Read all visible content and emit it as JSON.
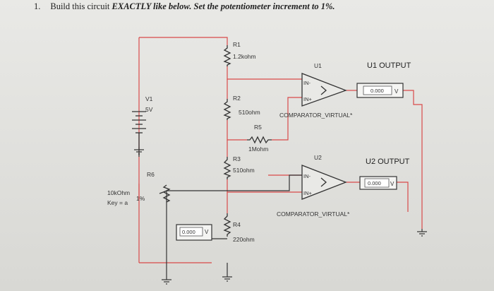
{
  "instruction": {
    "number": "1.",
    "text_prefix": "Build this circuit ",
    "text_emph": "EXACTLY",
    "text_suffix": " like below. Set the potentiometer increment to 1%."
  },
  "components": {
    "r1": {
      "name": "R1",
      "value": "1.2kohm"
    },
    "r2": {
      "name": "R2",
      "value": "510ohm"
    },
    "r3": {
      "name": "R3",
      "value": "510ohm"
    },
    "r4": {
      "name": "R4",
      "value": "220ohm"
    },
    "r5": {
      "name": "R5",
      "value": "1Mohm"
    },
    "v1": {
      "name": "V1",
      "value": "5V"
    },
    "r6": {
      "name": "R6",
      "value": "10kOhm",
      "key": "Key = a",
      "increment": "1%"
    },
    "u1": {
      "name": "U1",
      "inv": "IN-",
      "noninv": "IN+",
      "model": "COMPARATOR_VIRTUAL*"
    },
    "u2": {
      "name": "U2",
      "inv": "IN-",
      "noninv": "IN+",
      "model": "COMPARATOR_VIRTUAL*"
    }
  },
  "meters": {
    "u1_output": {
      "title": "U1 OUTPUT",
      "reading": "0.000",
      "unit": "V"
    },
    "u2_output": {
      "title": "U2 OUTPUT",
      "reading": "0.000",
      "unit": "V"
    },
    "wiper_meter": {
      "reading": "0.000",
      "unit": "V"
    }
  },
  "colors": {
    "wire_red": "#d94a4a",
    "wire_black": "#333333"
  }
}
